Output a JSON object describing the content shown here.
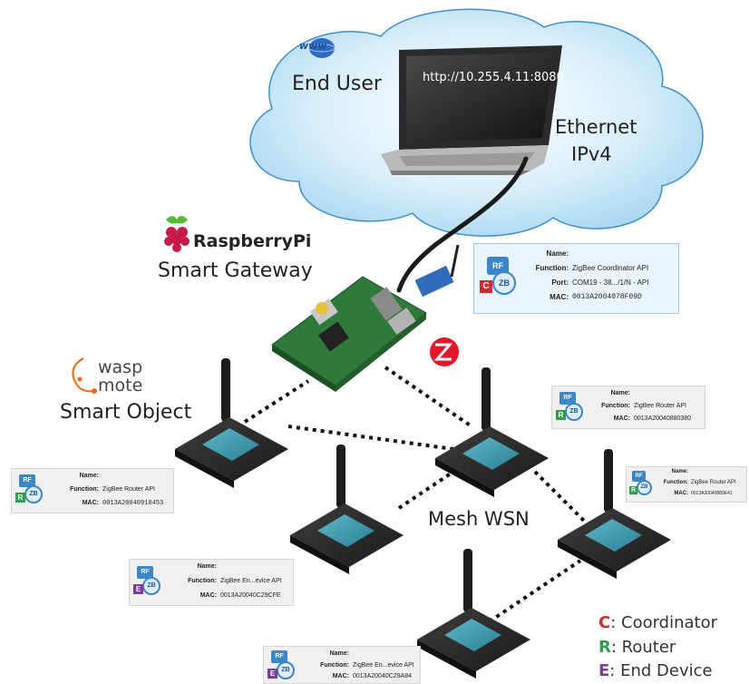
{
  "labels": {
    "end_user": "End User",
    "url": "http://10.255.4.11:8080",
    "ethernet_line1": "Ethernet",
    "ethernet_line2": "IPv4",
    "raspberry_brand": "RaspberryPi",
    "smart_gateway": "Smart Gateway",
    "wasp_line1": "wasp",
    "wasp_line2": "mote",
    "smart_object": "Smart Object",
    "mesh_wsn": "Mesh WSN",
    "www_logo": "www"
  },
  "cards": [
    {
      "type_letter": "C",
      "name_label": "Name:",
      "function_label": "Function:",
      "function": "ZigBee Coordinator API",
      "port_label": "Port:",
      "port": "COM19 - 38.../1/N - API",
      "mac_label": "MAC:",
      "mac": "0013A2004078F09D"
    },
    {
      "type_letter": "R",
      "name_label": "Name:",
      "function_label": "Function:",
      "function": "ZigBee Router API",
      "mac_label": "MAC:",
      "mac": "0013A20040880380"
    },
    {
      "type_letter": "R",
      "name_label": "Name:",
      "function_label": "Function:",
      "function": "ZigBee Router API",
      "mac_label": "MAC:",
      "mac": "0013A20040918453"
    },
    {
      "type_letter": "R",
      "name_label": "Name:",
      "function_label": "Function:",
      "function": "ZigBee Router API",
      "mac_label": "MAC:",
      "mac": "0013A20040880E41"
    },
    {
      "type_letter": "E",
      "name_label": "Name:",
      "function_label": "Function:",
      "function": "ZigBee En...evice API",
      "mac_label": "MAC:",
      "mac": "0013A20040C29CFE"
    },
    {
      "type_letter": "E",
      "name_label": "Name:",
      "function_label": "Function:",
      "function": "ZigBee En...evice API",
      "mac_label": "MAC:",
      "mac": "0013A20040C29A84"
    }
  ],
  "legend": [
    {
      "letter": "C",
      "text": ": Coordinator",
      "color": "#d02a2a"
    },
    {
      "letter": "R",
      "text": ": Router",
      "color": "#2e9e4a"
    },
    {
      "letter": "E",
      "text": ": End Device",
      "color": "#7a3d9a"
    }
  ],
  "colors": {
    "cloud": "#c9e8f7",
    "cloud_stroke": "#3f8fd0",
    "board_green": "#2f7a3a",
    "dotted_link": "#111111",
    "zigbee_red": "#e5162a"
  }
}
